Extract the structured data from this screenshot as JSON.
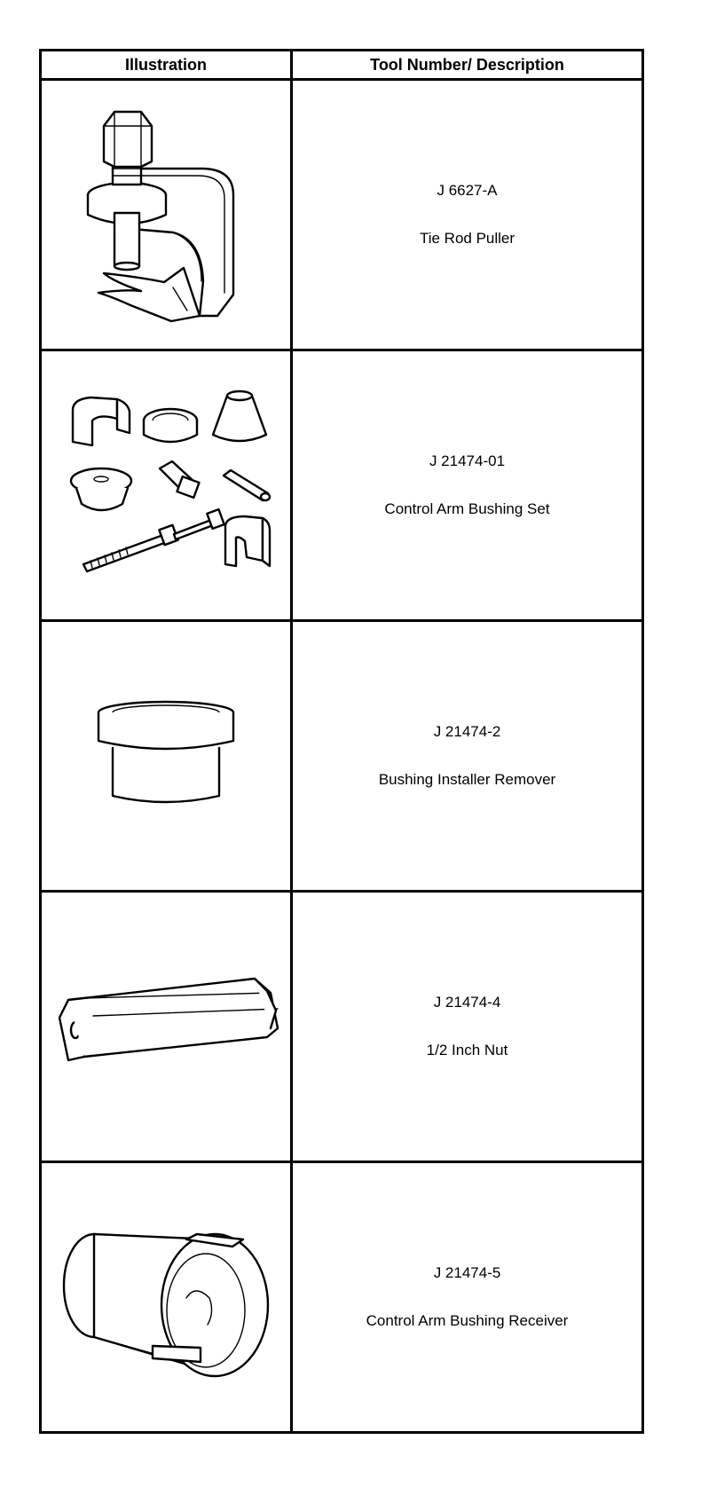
{
  "table": {
    "headers": {
      "illustration": "Illustration",
      "tool": "Tool Number/ Description"
    },
    "rows": [
      {
        "number": "J 6627-A",
        "description": "Tie Rod Puller",
        "icon": "tie-rod-puller-icon"
      },
      {
        "number": "J 21474-01",
        "description": "Control Arm Bushing Set",
        "icon": "bushing-set-icon"
      },
      {
        "number": "J 21474-2",
        "description": "Bushing Installer Remover",
        "icon": "bushing-installer-icon"
      },
      {
        "number": "J 21474-4",
        "description": "1/2 Inch Nut",
        "icon": "hex-nut-icon"
      },
      {
        "number": "J 21474-5",
        "description": "Control Arm Bushing Receiver",
        "icon": "bushing-receiver-icon"
      }
    ]
  }
}
